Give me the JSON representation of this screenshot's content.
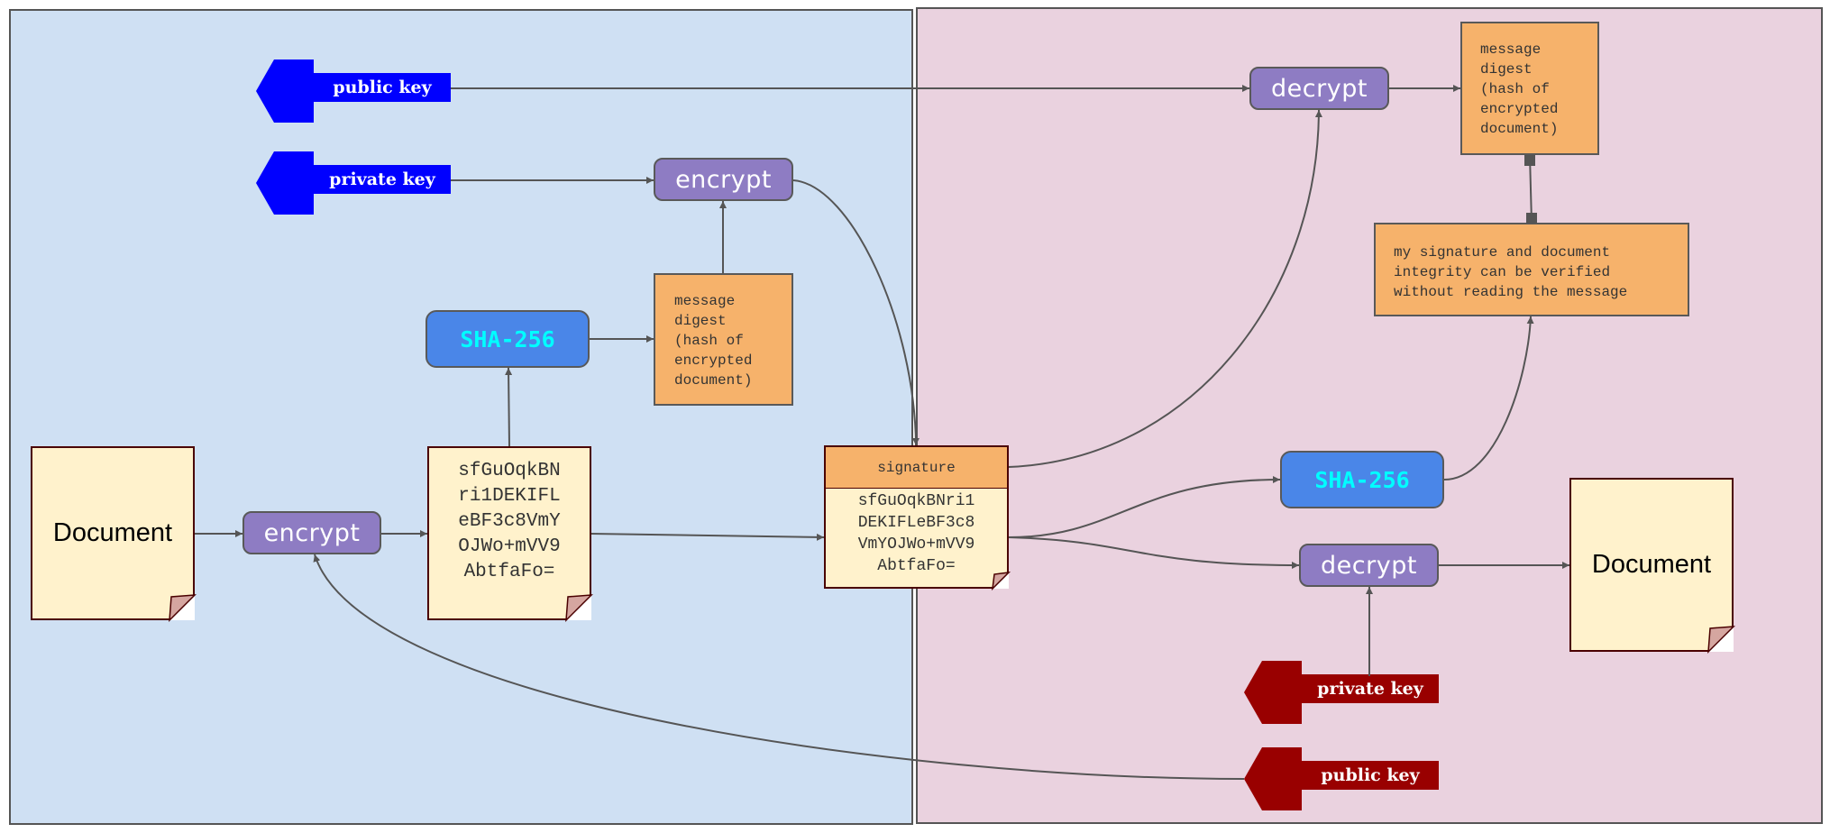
{
  "sender": {
    "public_key": "public key",
    "private_key": "private key",
    "encrypt_top": "encrypt",
    "sha": "SHA-256",
    "digest": [
      "message",
      "digest",
      "(hash of",
      "encrypted",
      "document)"
    ],
    "document": "Document",
    "encrypt_bottom": "encrypt",
    "cipher": [
      "sfGuOqkBN",
      "ri1DEKIFL",
      "eBF3c8VmY",
      "OJWo+mVV9",
      "AbtfaFo="
    ]
  },
  "signature": {
    "title": "signature",
    "lines": [
      "sfGuOqkBNri1",
      "DEKIFLeBF3c8",
      "VmYOJWo+mVV9",
      "AbtfaFo="
    ]
  },
  "receiver": {
    "decrypt_top": "decrypt",
    "digest": [
      "message",
      "digest",
      "(hash of",
      "encrypted",
      "document)"
    ],
    "verify_note": [
      "my signature and document",
      "integrity can be verified",
      "without reading the message"
    ],
    "sha": "SHA-256",
    "decrypt_bottom": "decrypt",
    "document": "Document",
    "private_key": "private key",
    "public_key": "public key"
  },
  "colors": {
    "sender_key": "#0000ff",
    "receiver_key": "#990000",
    "process": "#8e7cc3",
    "hash": "#4a86e8",
    "note": "#f6b26b",
    "document": "#fff2cc",
    "sender_panel": "#cfe0f3",
    "receiver_panel": "#ead2df"
  }
}
